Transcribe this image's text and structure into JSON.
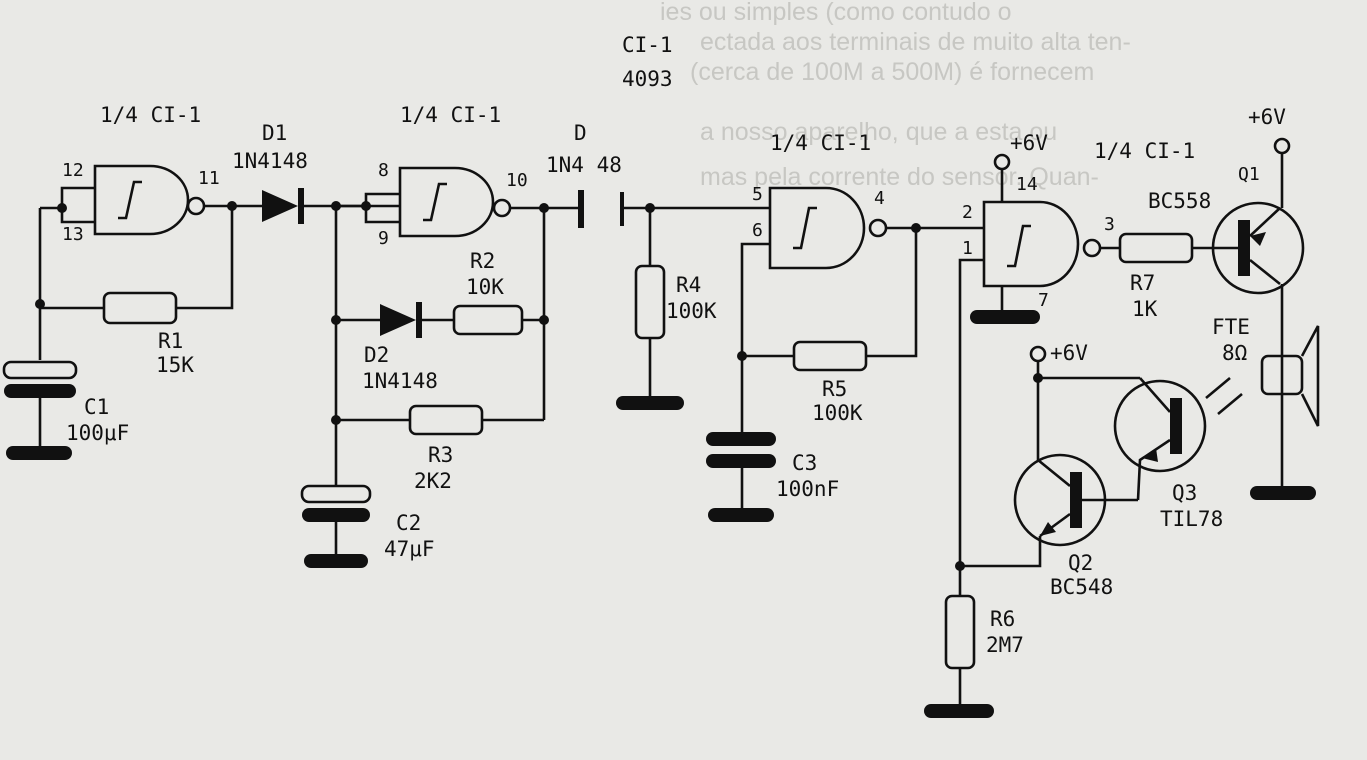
{
  "ic": {
    "name": "CI-1",
    "part": "4093",
    "quarter": "1/4 CI-1"
  },
  "supply": "+6V",
  "components": {
    "C1": {
      "ref": "C1",
      "value": "100μF"
    },
    "R1": {
      "ref": "R1",
      "value": "15K"
    },
    "D1": {
      "ref": "D1",
      "value": "1N4148"
    },
    "D2": {
      "ref": "D2",
      "value": "1N4148"
    },
    "D3": {
      "ref": "D",
      "value": "1N4 48"
    },
    "R2": {
      "ref": "R2",
      "value": "10K"
    },
    "R3": {
      "ref": "R3",
      "value": "2K2"
    },
    "C2": {
      "ref": "C2",
      "value": "47μF"
    },
    "R4": {
      "ref": "R4",
      "value": "100K"
    },
    "R5": {
      "ref": "R5",
      "value": "100K"
    },
    "C3": {
      "ref": "C3",
      "value": "100nF"
    },
    "R6": {
      "ref": "R6",
      "value": "2M7"
    },
    "R7": {
      "ref": "R7",
      "value": "1K"
    },
    "Q1": {
      "ref": "Q1",
      "value": "BC558"
    },
    "Q2": {
      "ref": "Q2",
      "value": "BC548"
    },
    "Q3": {
      "ref": "Q3",
      "value": "TIL78"
    },
    "FTE": {
      "ref": "FTE",
      "value": "8Ω"
    }
  },
  "pins": {
    "g1": [
      "12",
      "13",
      "11"
    ],
    "g2": [
      "8",
      "9",
      "10"
    ],
    "g3": [
      "5",
      "6",
      "4"
    ],
    "g4": [
      "2",
      "1",
      "3",
      "14",
      "7"
    ]
  },
  "background_text": [
    "ies ou simples (como contudo o",
    "ectada aos terminais de muito alta ten-",
    "(cerca de 100M a 500M) é fornecem",
    "a nosso aparelho, que a esta ou",
    "mas pela corrente do sensor. Quan-"
  ]
}
